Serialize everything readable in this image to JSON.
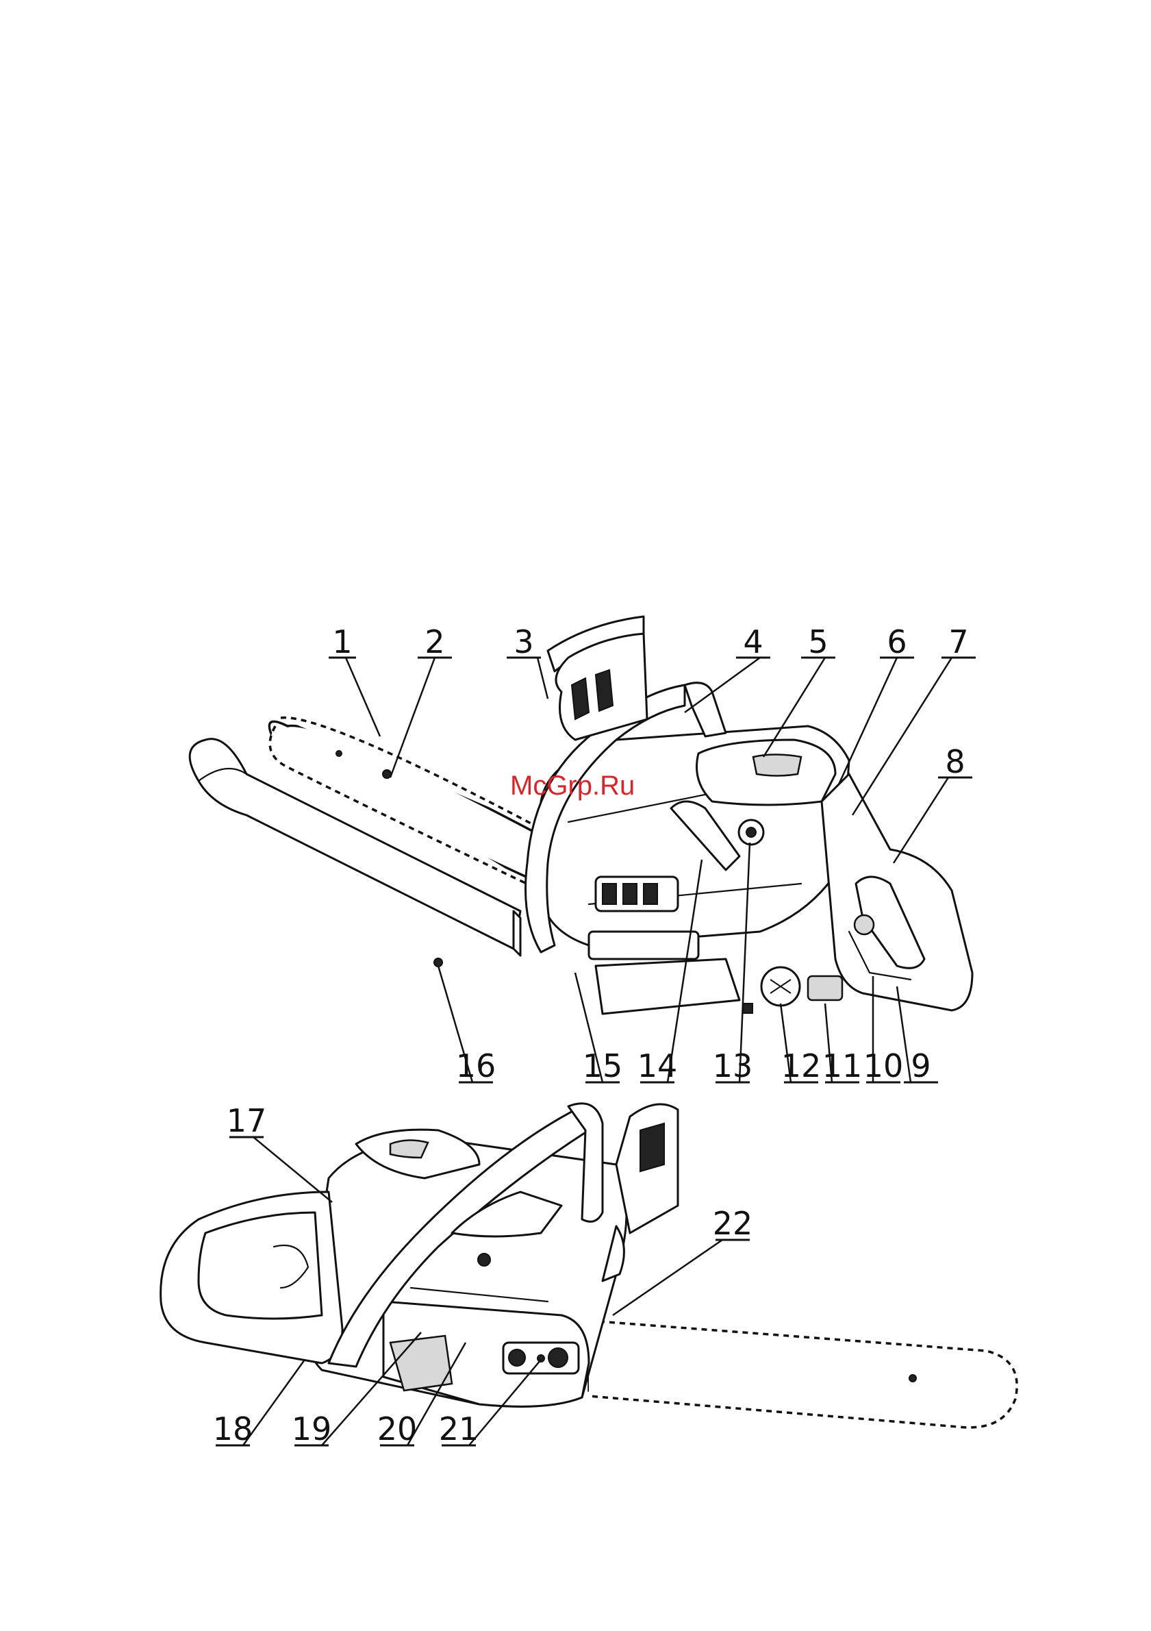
{
  "watermark": "McGrp.Ru",
  "callouts_top": [
    "1",
    "2",
    "3",
    "4",
    "5",
    "6",
    "7",
    "8",
    "9",
    "10",
    "11",
    "12",
    "13",
    "14",
    "15",
    "16"
  ],
  "callouts_bottom": [
    "17",
    "18",
    "19",
    "20",
    "21",
    "22"
  ]
}
